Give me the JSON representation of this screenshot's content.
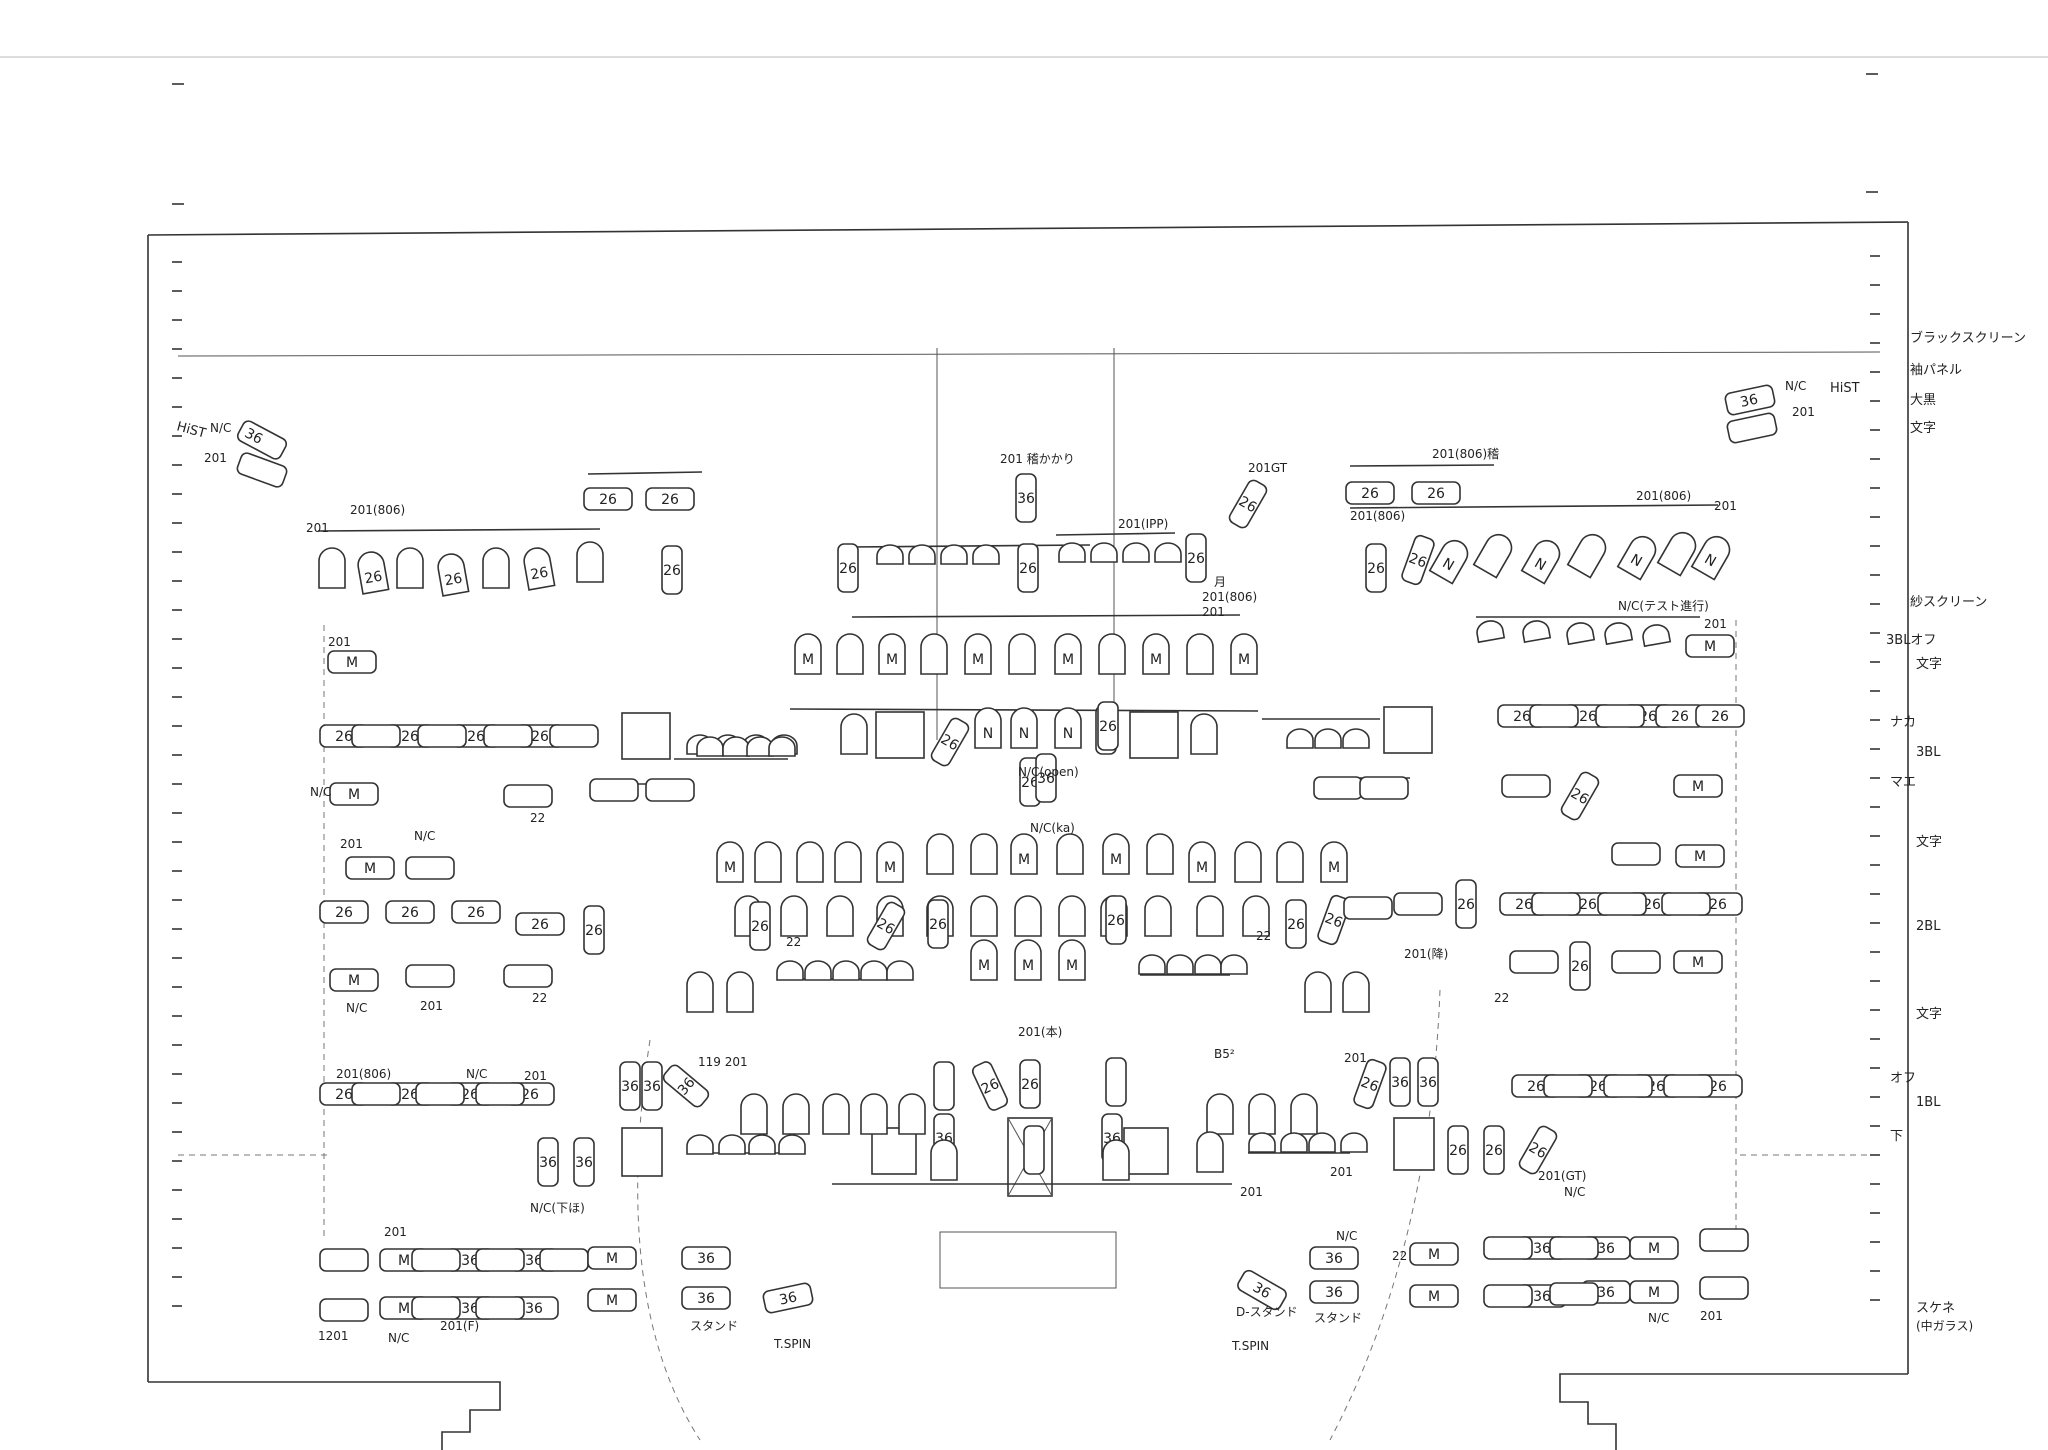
{
  "diagram": {
    "right_scale_labels": [
      "ブラックスクリーン",
      "袖パネル",
      "大黒",
      "文字",
      "紗スクリーン",
      "3BLオフ",
      "文字",
      "ナカ",
      "3BL",
      "マエ",
      "文字",
      "2BL",
      "文字",
      "オフ",
      "1BL",
      "下",
      "スケネ",
      "(中ガラス)"
    ],
    "hist_left": {
      "label": "HiST",
      "n_c": "N/C",
      "n201": "201",
      "code": "36"
    },
    "hist_right": {
      "label": "HiST",
      "n_c": "N/C",
      "n201": "201",
      "code": "36"
    },
    "labels": {
      "l_201_806": "201(806)",
      "l_201": "201",
      "l_201_gt": "201GT",
      "l_201_hair": "201 稽かかり",
      "l_201_806_tsuna": "201(806)稽",
      "l_201_ipp": "201(IPP)",
      "l_gatsu": "月",
      "l_nc_test": "N/C(テスト進行)",
      "l_201_806_right": "201(806)",
      "l_22": "22",
      "l_nc": "N/C",
      "l_nc_ka": "N/C(ka)",
      "l_nc_open": "N/C(open)",
      "l_36": "36",
      "l_26": "26",
      "l_bs": "B5²",
      "l_201_hon": "201(本)",
      "l_stand": "スタンド",
      "l_tspin": "T.SPIN",
      "l_d_stand": "D-スタンド",
      "l_1201": "1201",
      "l_119201": "119 201",
      "l_nc_hei": "N/C(下ほ)",
      "l_201_f": "201(F)",
      "l_201_gt2": "201(GT)",
      "l_201_kou": "201(降)"
    },
    "codes": {
      "M": "M",
      "N": "N",
      "c26": "26",
      "c36": "36"
    }
  }
}
